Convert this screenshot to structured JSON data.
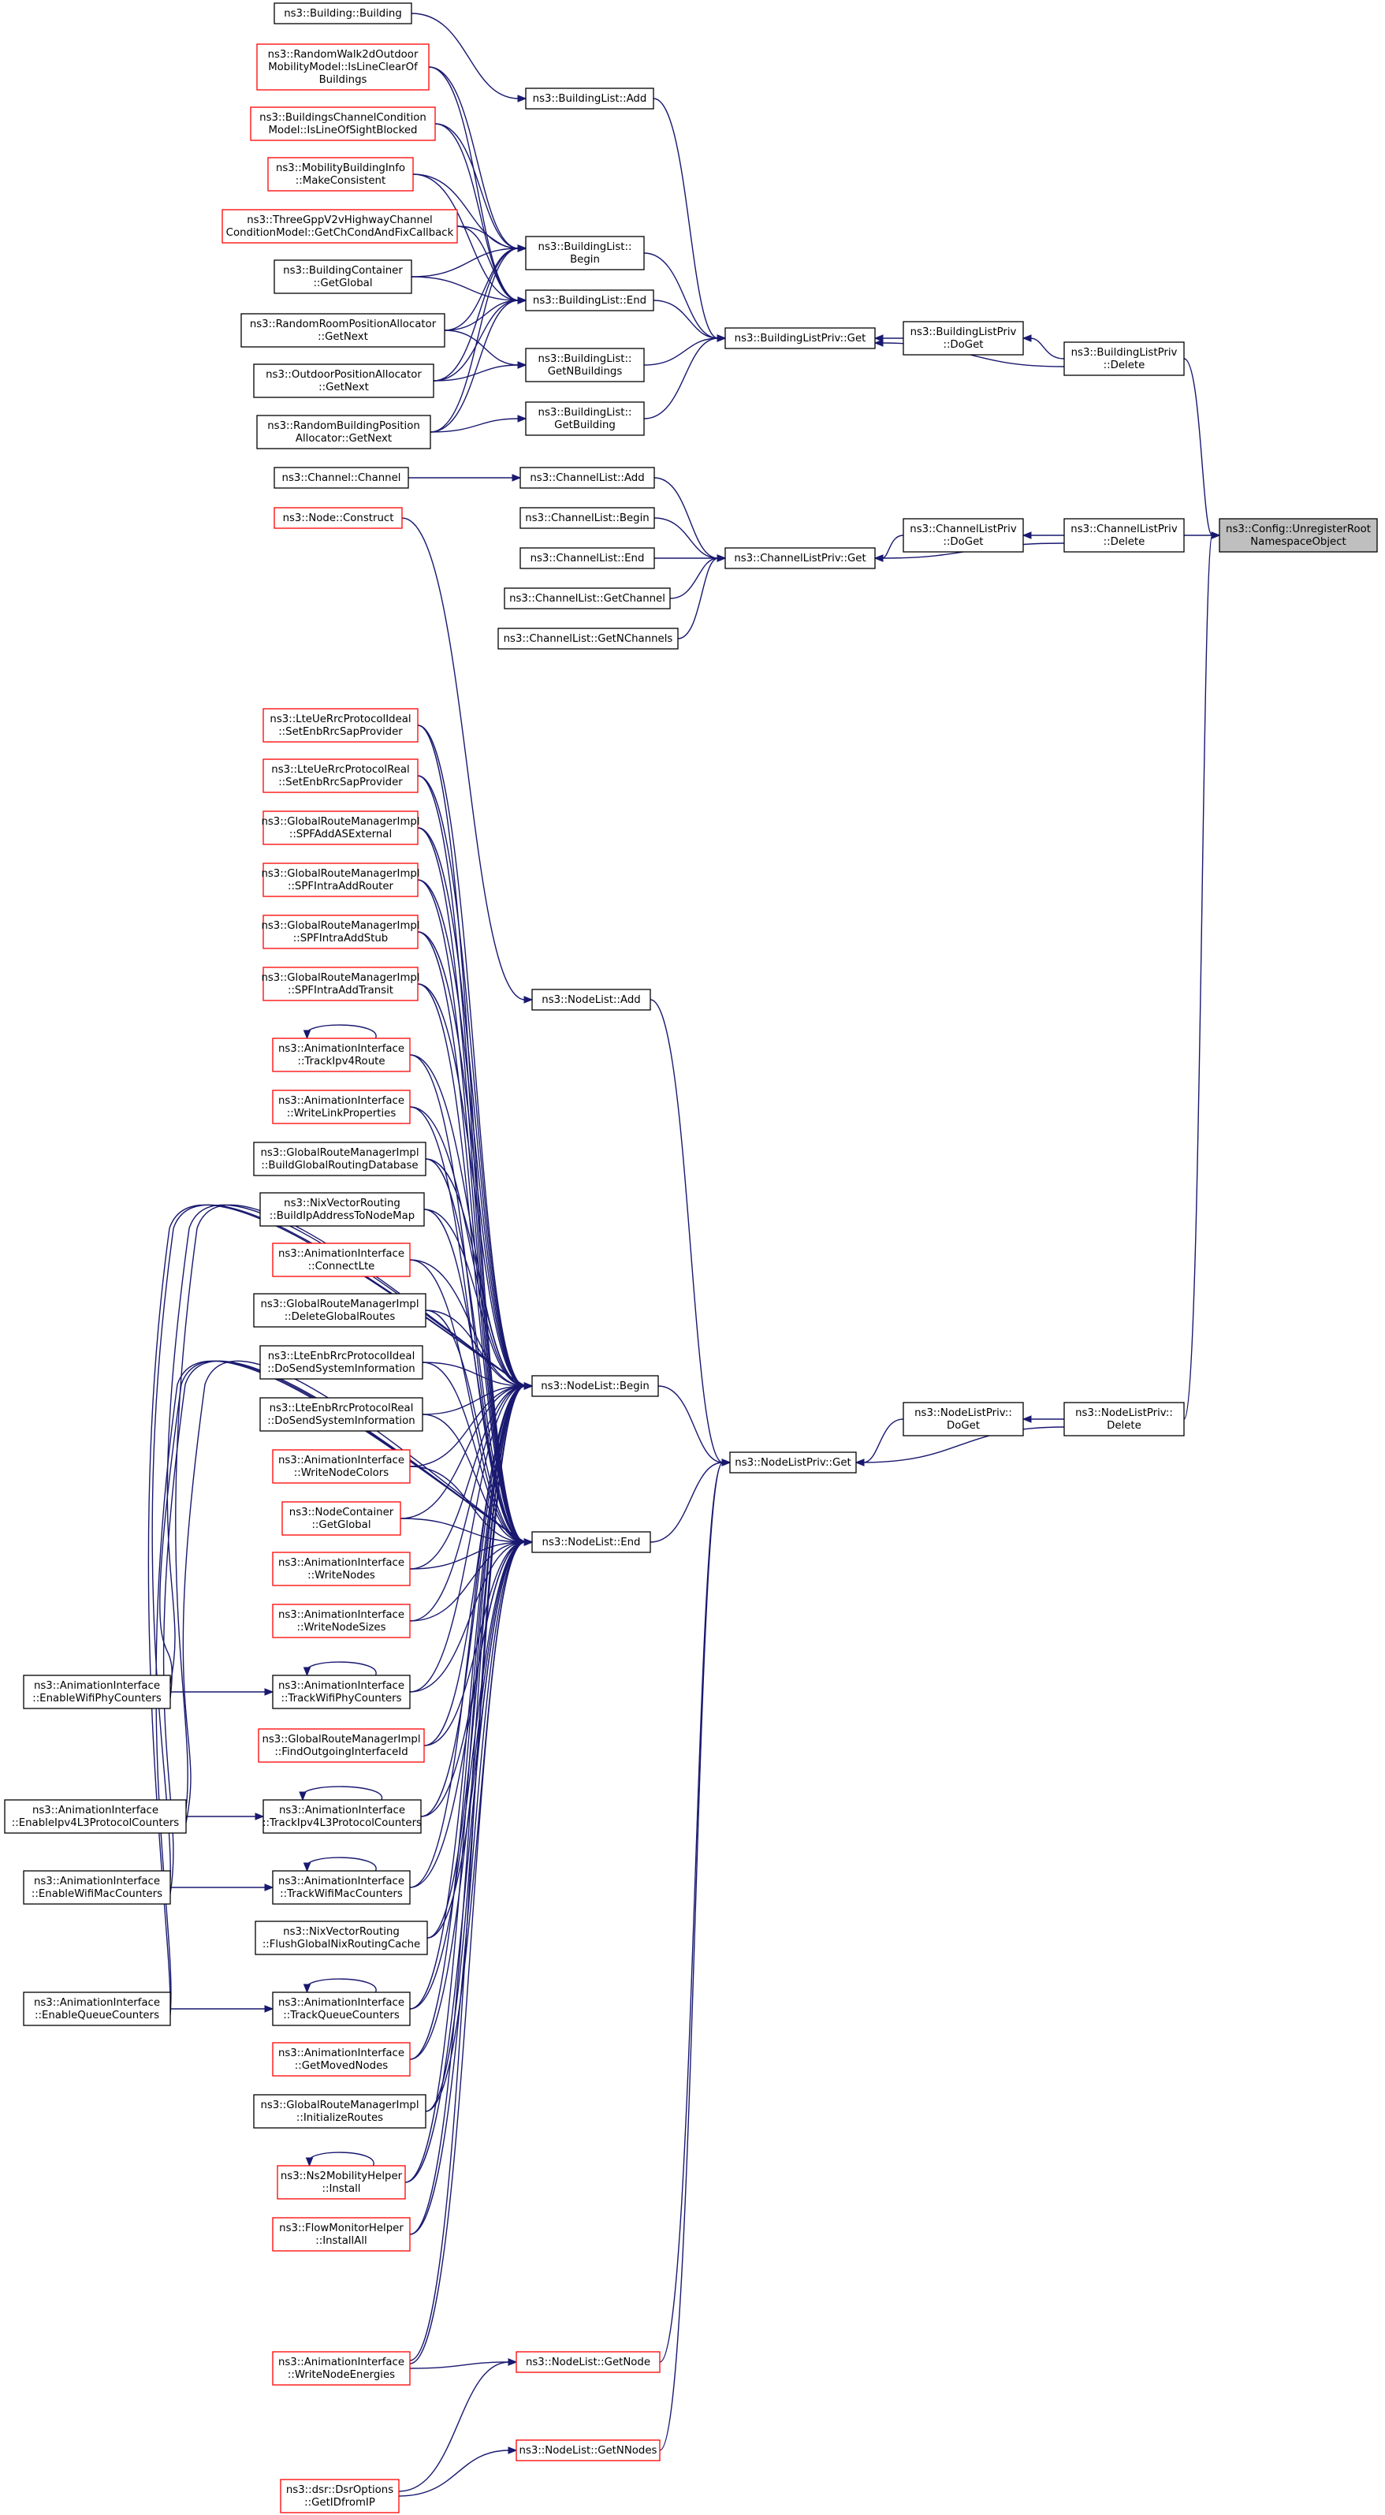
{
  "nodes": {
    "root": [
      "ns3::Config::UnregisterRoot",
      "NamespaceObject"
    ],
    "bldListPrivDelete": [
      "ns3::BuildingListPriv",
      "::Delete"
    ],
    "chListPrivDelete": [
      "ns3::ChannelListPriv",
      "::Delete"
    ],
    "nodeListPrivDelete": [
      "ns3::NodeListPriv::",
      "Delete"
    ],
    "bldListPrivDoGet": [
      "ns3::BuildingListPriv",
      "::DoGet"
    ],
    "bldListPrivGet": [
      "ns3::BuildingListPriv::Get"
    ],
    "bldListAdd": [
      "ns3::BuildingList::Add"
    ],
    "bldListBegin": [
      "ns3::BuildingList::",
      "Begin"
    ],
    "bldListEnd": [
      "ns3::BuildingList::End"
    ],
    "bldListGetN": [
      "ns3::BuildingList::",
      "GetNBuildings"
    ],
    "bldListGetBuilding": [
      "ns3::BuildingList::",
      "GetBuilding"
    ],
    "buildingBuilding": [
      "ns3::Building::Building"
    ],
    "rw2dLineClear": [
      "ns3::RandomWalk2dOutdoor",
      "MobilityModel::IsLineClearOf",
      "Buildings"
    ],
    "bldChanLineBlocked": [
      "ns3::BuildingsChannelCondition",
      "Model::IsLineOfSightBlocked"
    ],
    "mobBldMakeConsistent": [
      "ns3::MobilityBuildingInfo",
      "::MakeConsistent"
    ],
    "threeGppGetCh": [
      "ns3::ThreeGppV2vHighwayChannel",
      "ConditionModel::GetChCondAndFixCallback"
    ],
    "bldContainerGetGlobal": [
      "ns3::BuildingContainer",
      "::GetGlobal"
    ],
    "randRoomGetNext": [
      "ns3::RandomRoomPositionAllocator",
      "::GetNext"
    ],
    "outdoorGetNext": [
      "ns3::OutdoorPositionAllocator",
      "::GetNext"
    ],
    "randBldGetNext": [
      "ns3::RandomBuildingPosition",
      "Allocator::GetNext"
    ],
    "channelChannel": [
      "ns3::Channel::Channel"
    ],
    "chListAdd": [
      "ns3::ChannelList::Add"
    ],
    "chListBegin": [
      "ns3::ChannelList::Begin"
    ],
    "chListEnd": [
      "ns3::ChannelList::End"
    ],
    "chListGetChannel": [
      "ns3::ChannelList::GetChannel"
    ],
    "chListGetN": [
      "ns3::ChannelList::GetNChannels"
    ],
    "chListPrivGet": [
      "ns3::ChannelListPriv::Get"
    ],
    "chListPrivDoGet": [
      "ns3::ChannelListPriv",
      "::DoGet"
    ],
    "nodeConstruct": [
      "ns3::Node::Construct"
    ],
    "nodeListAdd": [
      "ns3::NodeList::Add"
    ],
    "nodeListBegin": [
      "ns3::NodeList::Begin"
    ],
    "nodeListEnd": [
      "ns3::NodeList::End"
    ],
    "nodeListPrivGet": [
      "ns3::NodeListPriv::Get"
    ],
    "nodeListPrivDoGet": [
      "ns3::NodeListPriv::",
      "DoGet"
    ],
    "lteUeIdeal": [
      "ns3::LteUeRrcProtocolIdeal",
      "::SetEnbRrcSapProvider"
    ],
    "lteUeReal": [
      "ns3::LteUeRrcProtocolReal",
      "::SetEnbRrcSapProvider"
    ],
    "grmSpfAddAS": [
      "ns3::GlobalRouteManagerImpl",
      "::SPFAddASExternal"
    ],
    "grmSpfRouter": [
      "ns3::GlobalRouteManagerImpl",
      "::SPFIntraAddRouter"
    ],
    "grmSpfStub": [
      "ns3::GlobalRouteManagerImpl",
      "::SPFIntraAddStub"
    ],
    "grmSpfTransit": [
      "ns3::GlobalRouteManagerImpl",
      "::SPFIntraAddTransit"
    ],
    "aiTrackIpv4Route": [
      "ns3::AnimationInterface",
      "::TrackIpv4Route"
    ],
    "aiWriteLinkProps": [
      "ns3::AnimationInterface",
      "::WriteLinkProperties"
    ],
    "grmBuildGlobalDb": [
      "ns3::GlobalRouteManagerImpl",
      "::BuildGlobalRoutingDatabase"
    ],
    "nixBuildIp": [
      "ns3::NixVectorRouting",
      "::BuildIpAddressToNodeMap"
    ],
    "aiConnectLte": [
      "ns3::AnimationInterface",
      "::ConnectLte"
    ],
    "grmDeleteGlobal": [
      "ns3::GlobalRouteManagerImpl",
      "::DeleteGlobalRoutes"
    ],
    "lteEnbIdeal": [
      "ns3::LteEnbRrcProtocolIdeal",
      "::DoSendSystemInformation"
    ],
    "lteEnbReal": [
      "ns3::LteEnbRrcProtocolReal",
      "::DoSendSystemInformation"
    ],
    "aiWriteNodeColors": [
      "ns3::AnimationInterface",
      "::WriteNodeColors"
    ],
    "nodeContainerGlobal": [
      "ns3::NodeContainer",
      "::GetGlobal"
    ],
    "aiWriteNodes": [
      "ns3::AnimationInterface",
      "::WriteNodes"
    ],
    "aiWriteNodeSizes": [
      "ns3::AnimationInterface",
      "::WriteNodeSizes"
    ],
    "aiTrackWifiPhy": [
      "ns3::AnimationInterface",
      "::TrackWifiPhyCounters"
    ],
    "grmFindOutIf": [
      "ns3::GlobalRouteManagerImpl",
      "::FindOutgoingInterfaceId"
    ],
    "aiTrackIpv4L3": [
      "ns3::AnimationInterface",
      "::TrackIpv4L3ProtocolCounters"
    ],
    "aiTrackWifiMac": [
      "ns3::AnimationInterface",
      "::TrackWifiMacCounters"
    ],
    "nixFlush": [
      "ns3::NixVectorRouting",
      "::FlushGlobalNixRoutingCache"
    ],
    "aiTrackQueue": [
      "ns3::AnimationInterface",
      "::TrackQueueCounters"
    ],
    "aiGetMoved": [
      "ns3::AnimationInterface",
      "::GetMovedNodes"
    ],
    "grmInitRoutes": [
      "ns3::GlobalRouteManagerImpl",
      "::InitializeRoutes"
    ],
    "ns2Install": [
      "ns3::Ns2MobilityHelper",
      "::Install"
    ],
    "flowInstallAll": [
      "ns3::FlowMonitorHelper",
      "::InstallAll"
    ],
    "aiWriteNodeEnergies": [
      "ns3::AnimationInterface",
      "::WriteNodeEnergies"
    ],
    "nodeListGetNode": [
      "ns3::NodeList::GetNode"
    ],
    "nodeListGetN": [
      "ns3::NodeList::GetNNodes"
    ],
    "dsrGetId": [
      "ns3::dsr::DsrOptions",
      "::GetIDfromIP"
    ],
    "aiEnableWifiPhy": [
      "ns3::AnimationInterface",
      "::EnableWifiPhyCounters"
    ],
    "aiEnableIpv4L3": [
      "ns3::AnimationInterface",
      "::EnableIpv4L3ProtocolCounters"
    ],
    "aiEnableWifiMac": [
      "ns3::AnimationInterface",
      "::EnableWifiMacCounters"
    ],
    "aiEnableQueue": [
      "ns3::AnimationInterface",
      "::EnableQueueCounters"
    ]
  }
}
